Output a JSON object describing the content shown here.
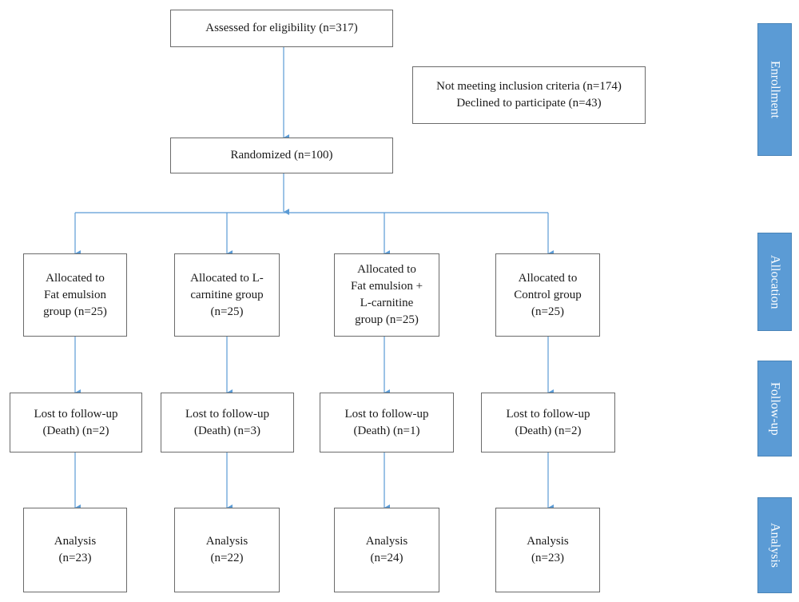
{
  "enrollment": {
    "assessed": "Assessed for eligibility (n=317)",
    "excluded_lines": [
      "Not meeting inclusion criteria (n=174)",
      "Declined to participate (n=43)"
    ],
    "randomized": "Randomized (n=100)"
  },
  "allocation": [
    [
      "Allocated to",
      "Fat emulsion",
      "group (n=25)"
    ],
    [
      "Allocated to L-",
      "carnitine group",
      "(n=25)"
    ],
    [
      "Allocated to",
      "Fat emulsion +",
      "L-carnitine",
      "group (n=25)"
    ],
    [
      "Allocated to",
      "Control group",
      "(n=25)"
    ]
  ],
  "followup": [
    [
      "Lost to follow-up",
      "(Death) (n=2)"
    ],
    [
      "Lost to follow-up",
      "(Death) (n=3)"
    ],
    [
      "Lost to follow-up",
      "(Death) (n=1)"
    ],
    [
      "Lost to follow-up",
      "(Death) (n=2)"
    ]
  ],
  "analysis": [
    [
      "Analysis",
      "(n=23)"
    ],
    [
      "Analysis",
      "(n=22)"
    ],
    [
      "Analysis",
      "(n=24)"
    ],
    [
      "Analysis",
      "(n=23)"
    ]
  ],
  "stages": {
    "enrollment": "Enrollment",
    "allocation": "Allocation",
    "followup": "Follow-up",
    "analysis": "Analysis"
  },
  "colors": {
    "stage_fill": "#5b9bd5",
    "arrow": "#5b9bd5"
  }
}
